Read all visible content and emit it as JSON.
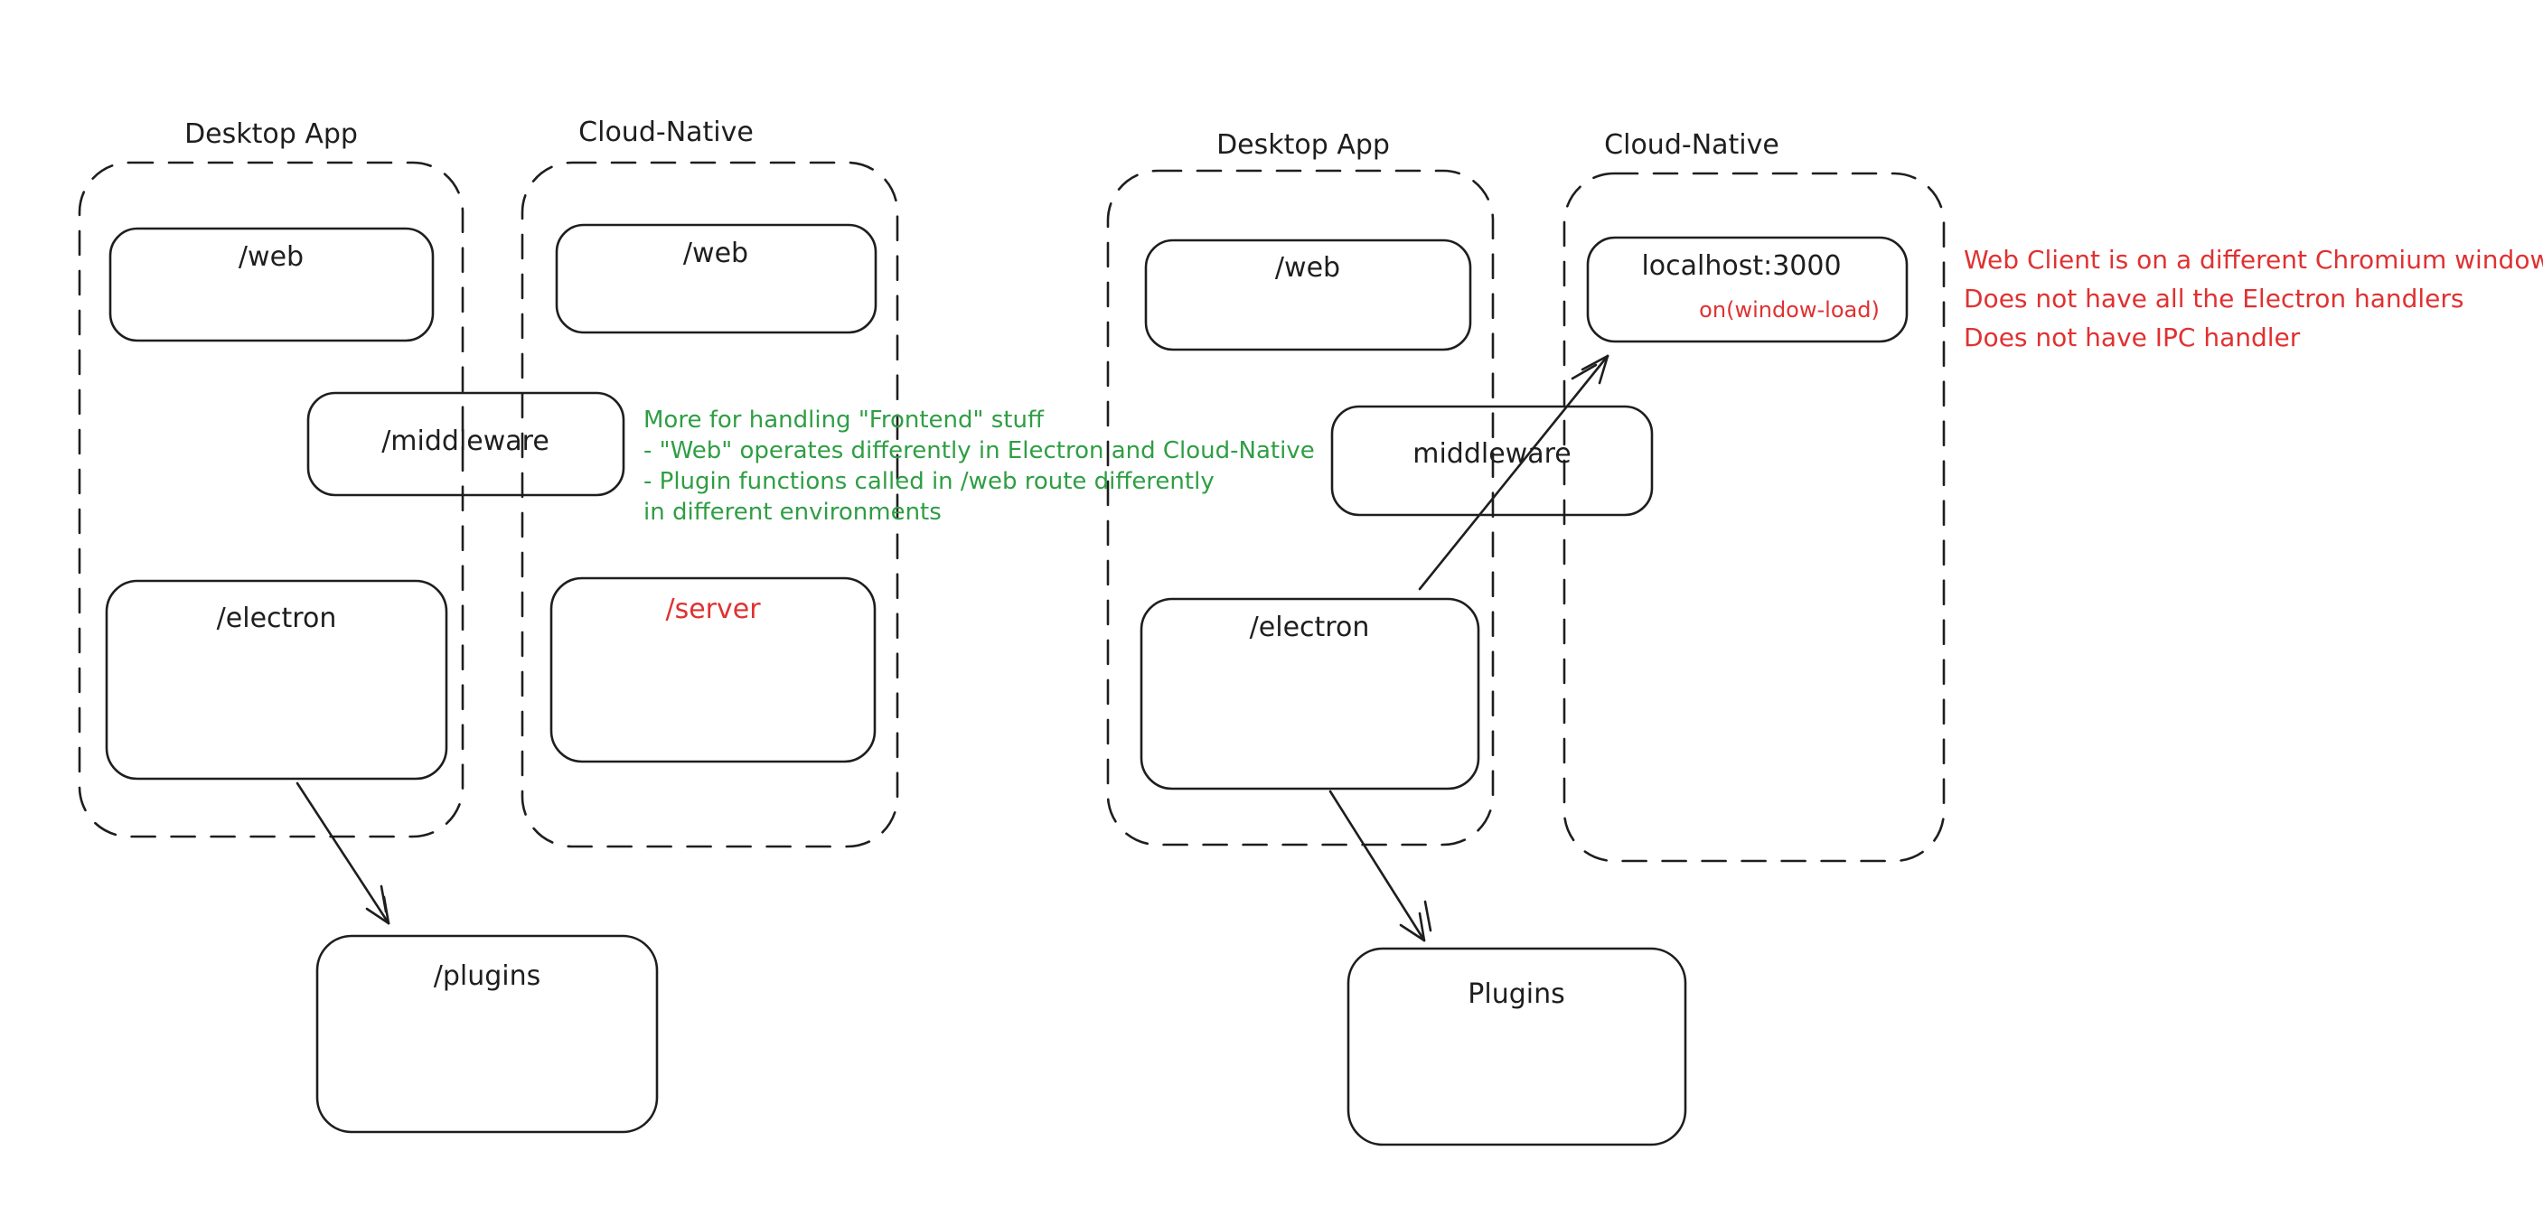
{
  "palette": {
    "ink": "#1e1e1e",
    "red": "#e03131",
    "green": "#2f9e44",
    "background": "#ffffff"
  },
  "left_diagram": {
    "desktop_container_label": "Desktop App",
    "cloud_container_label": "Cloud-Native",
    "web_desktop_label": "/web",
    "web_cloud_label": "/web",
    "middleware_label": "/middleware",
    "electron_label": "/electron",
    "server_label": "/server",
    "plugins_label": "/plugins"
  },
  "right_diagram": {
    "desktop_container_label": "Desktop App",
    "cloud_container_label": "Cloud-Native",
    "web_label": "/web",
    "localhost_label": "localhost:3000",
    "window_load_label": "on(window-load)",
    "middleware_label": "middleware",
    "electron_label": "/electron",
    "plugins_label": "Plugins"
  },
  "notes": {
    "green_note_lines": [
      "More for handling \"Frontend\" stuff",
      "- \"Web\" operates differently in Electron and Cloud-Native",
      "- Plugin functions called in /web route differently",
      "in different environments"
    ],
    "red_note_lines": [
      "Web Client is on a different Chromium window",
      "Does not have all the Electron handlers",
      "Does not have IPC handler"
    ]
  }
}
